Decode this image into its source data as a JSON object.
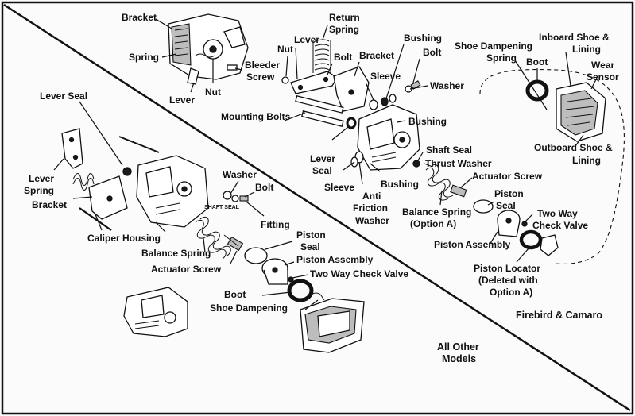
{
  "regions": {
    "firebird_camaro": "Firebird & Camaro",
    "all_other_line1": "All Other",
    "all_other_line2": "Models"
  },
  "labels": {
    "bracket_top": "Bracket",
    "spring_top": "Spring",
    "lever_top": "Lever",
    "nut_top": "Nut",
    "bleeder_screw_1": "Bleeder",
    "bleeder_screw_2": "Screw",
    "lever_seal_left": "Lever Seal",
    "lever_spring_1": "Lever",
    "lever_spring_2": "Spring",
    "bracket_left": "Bracket",
    "caliper_housing": "Caliper Housing",
    "balance_spring_left": "Balance Spring",
    "actuator_screw_left": "Actuator Screw",
    "washer_left": "Washer",
    "bolt_left": "Bolt",
    "shaft_seal_small": "SHAFT SEAL",
    "fitting": "Fitting",
    "piston_seal_left_1": "Piston",
    "piston_seal_left_2": "Seal",
    "piston_assembly_left": "Piston Assembly",
    "two_way_check_left": "Two Way Check Valve",
    "boot_left": "Boot",
    "shoe_dampening_left": "Shoe Dampening",
    "lever_fb": "Lever",
    "nut_fb": "Nut",
    "return_spring_1": "Return",
    "return_spring_2": "Spring",
    "bolt_fb": "Bolt",
    "bracket_fb": "Bracket",
    "bushing_fb_top": "Bushing",
    "bolt_fb_right": "Bolt",
    "sleeve_fb_top": "Sleeve",
    "washer_fb": "Washer",
    "mounting_bolts": "Mounting Bolts",
    "bushing_fb_mid": "Bushing",
    "lever_seal_fb_1": "Lever",
    "lever_seal_fb_2": "Seal",
    "shaft_seal_fb": "Shaft Seal",
    "thrust_washer": "Thrust Washer",
    "actuator_screw_fb": "Actuator Screw",
    "sleeve_fb_low": "Sleeve",
    "bushing_fb_low": "Bushing",
    "anti_friction_1": "Anti",
    "anti_friction_2": "Friction",
    "anti_friction_3": "Washer",
    "balance_spring_fb_1": "Balance Spring",
    "balance_spring_fb_2": "(Option A)",
    "piston_seal_fb_1": "Piston",
    "piston_seal_fb_2": "Seal",
    "two_way_fb_1": "Two Way",
    "two_way_fb_2": "Check Valve",
    "piston_assembly_fb": "Piston Assembly",
    "piston_locator_1": "Piston Locator",
    "piston_locator_2": "(Deleted with",
    "piston_locator_3": "Option A)",
    "shoe_dampening_fb_1": "Shoe Dampening",
    "shoe_dampening_fb_2": "Spring",
    "boot_fb": "Boot",
    "inboard_shoe_1": "Inboard Shoe &",
    "inboard_shoe_2": "Lining",
    "wear_sensor_1": "Wear",
    "wear_sensor_2": "Sensor",
    "outboard_shoe_1": "Outboard Shoe &",
    "outboard_shoe_2": "Lining"
  }
}
